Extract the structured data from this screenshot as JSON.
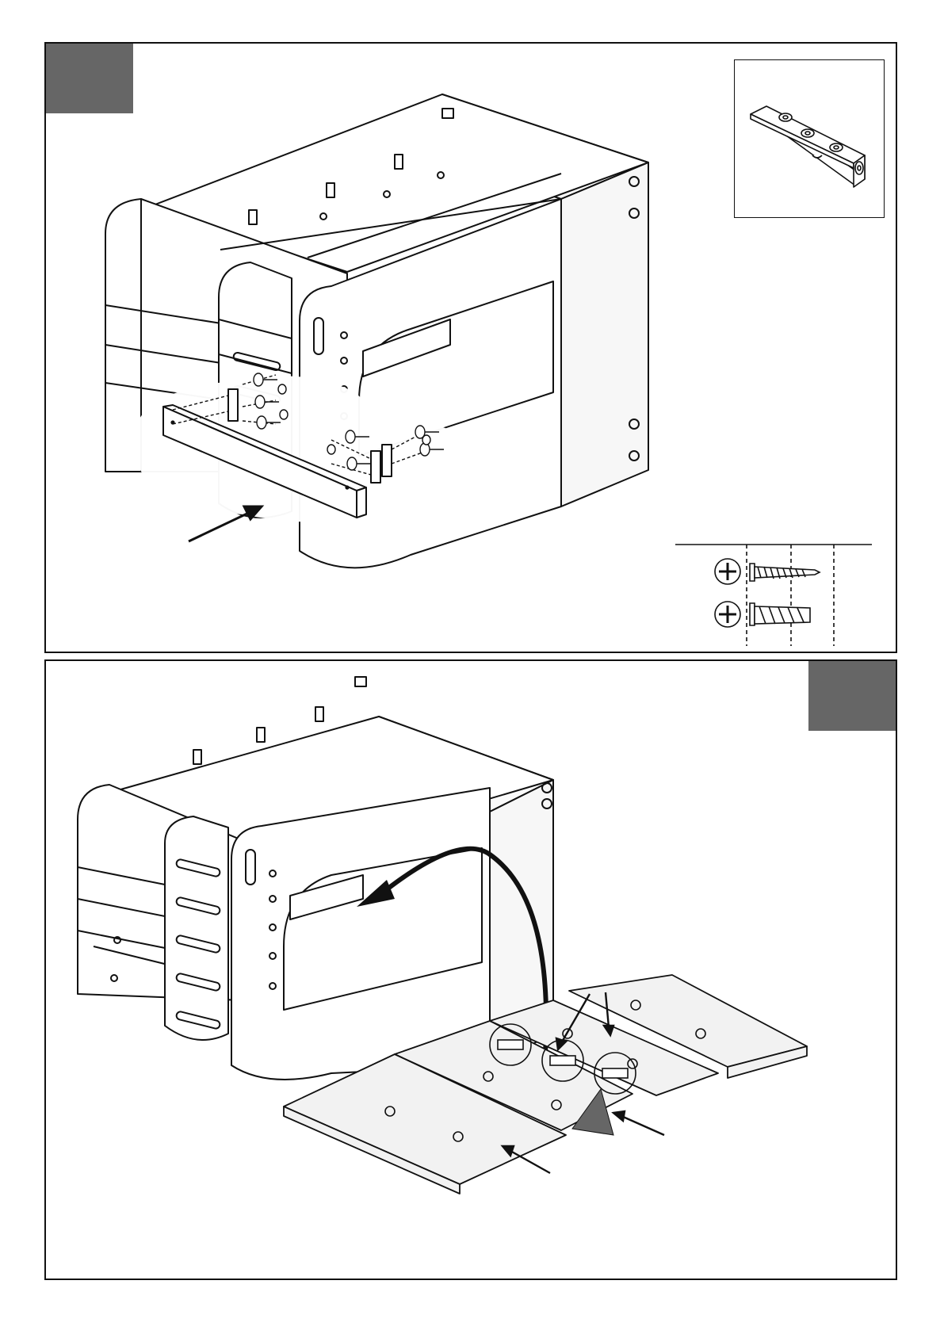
{
  "steps": [
    {
      "label": "",
      "detail": "hinge-plate-detail",
      "hardware": [
        {
          "icon": "phillips-drive-icon",
          "type": "wood-screw",
          "qty": ""
        },
        {
          "icon": "phillips-drive-icon",
          "type": "confirmat-screw",
          "qty": ""
        }
      ]
    },
    {
      "label": ""
    }
  ],
  "colors": {
    "line": "#111111",
    "step_box": "#666666",
    "highlight": "#ffffff",
    "panel_shade": "#f2f2f2"
  }
}
